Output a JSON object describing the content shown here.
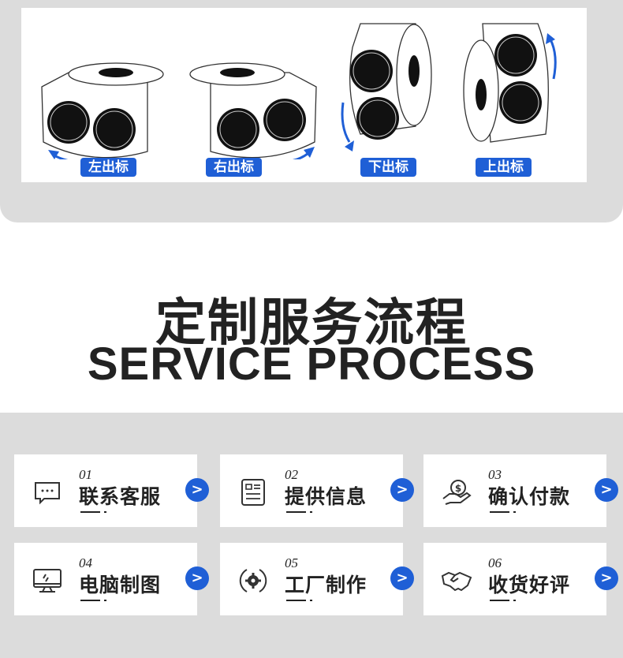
{
  "orientations": [
    {
      "label": "左出标"
    },
    {
      "label": "右出标"
    },
    {
      "label": "下出标"
    },
    {
      "label": "上出标"
    }
  ],
  "section_title": {
    "cn": "定制服务流程",
    "en": "SERVICE PROCESS"
  },
  "steps": [
    {
      "num": "01",
      "label": "联系客服",
      "icon": "chat-icon"
    },
    {
      "num": "02",
      "label": "提供信息",
      "icon": "document-icon"
    },
    {
      "num": "03",
      "label": "确认付款",
      "icon": "payment-hand-icon"
    },
    {
      "num": "04",
      "label": "电脑制图",
      "icon": "monitor-icon"
    },
    {
      "num": "05",
      "label": "工厂制作",
      "icon": "gear-cycle-icon"
    },
    {
      "num": "06",
      "label": "收货好评",
      "icon": "handshake-icon"
    }
  ],
  "colors": {
    "accent": "#1f5fd6",
    "panel": "#dcdcdc",
    "text": "#222222"
  }
}
